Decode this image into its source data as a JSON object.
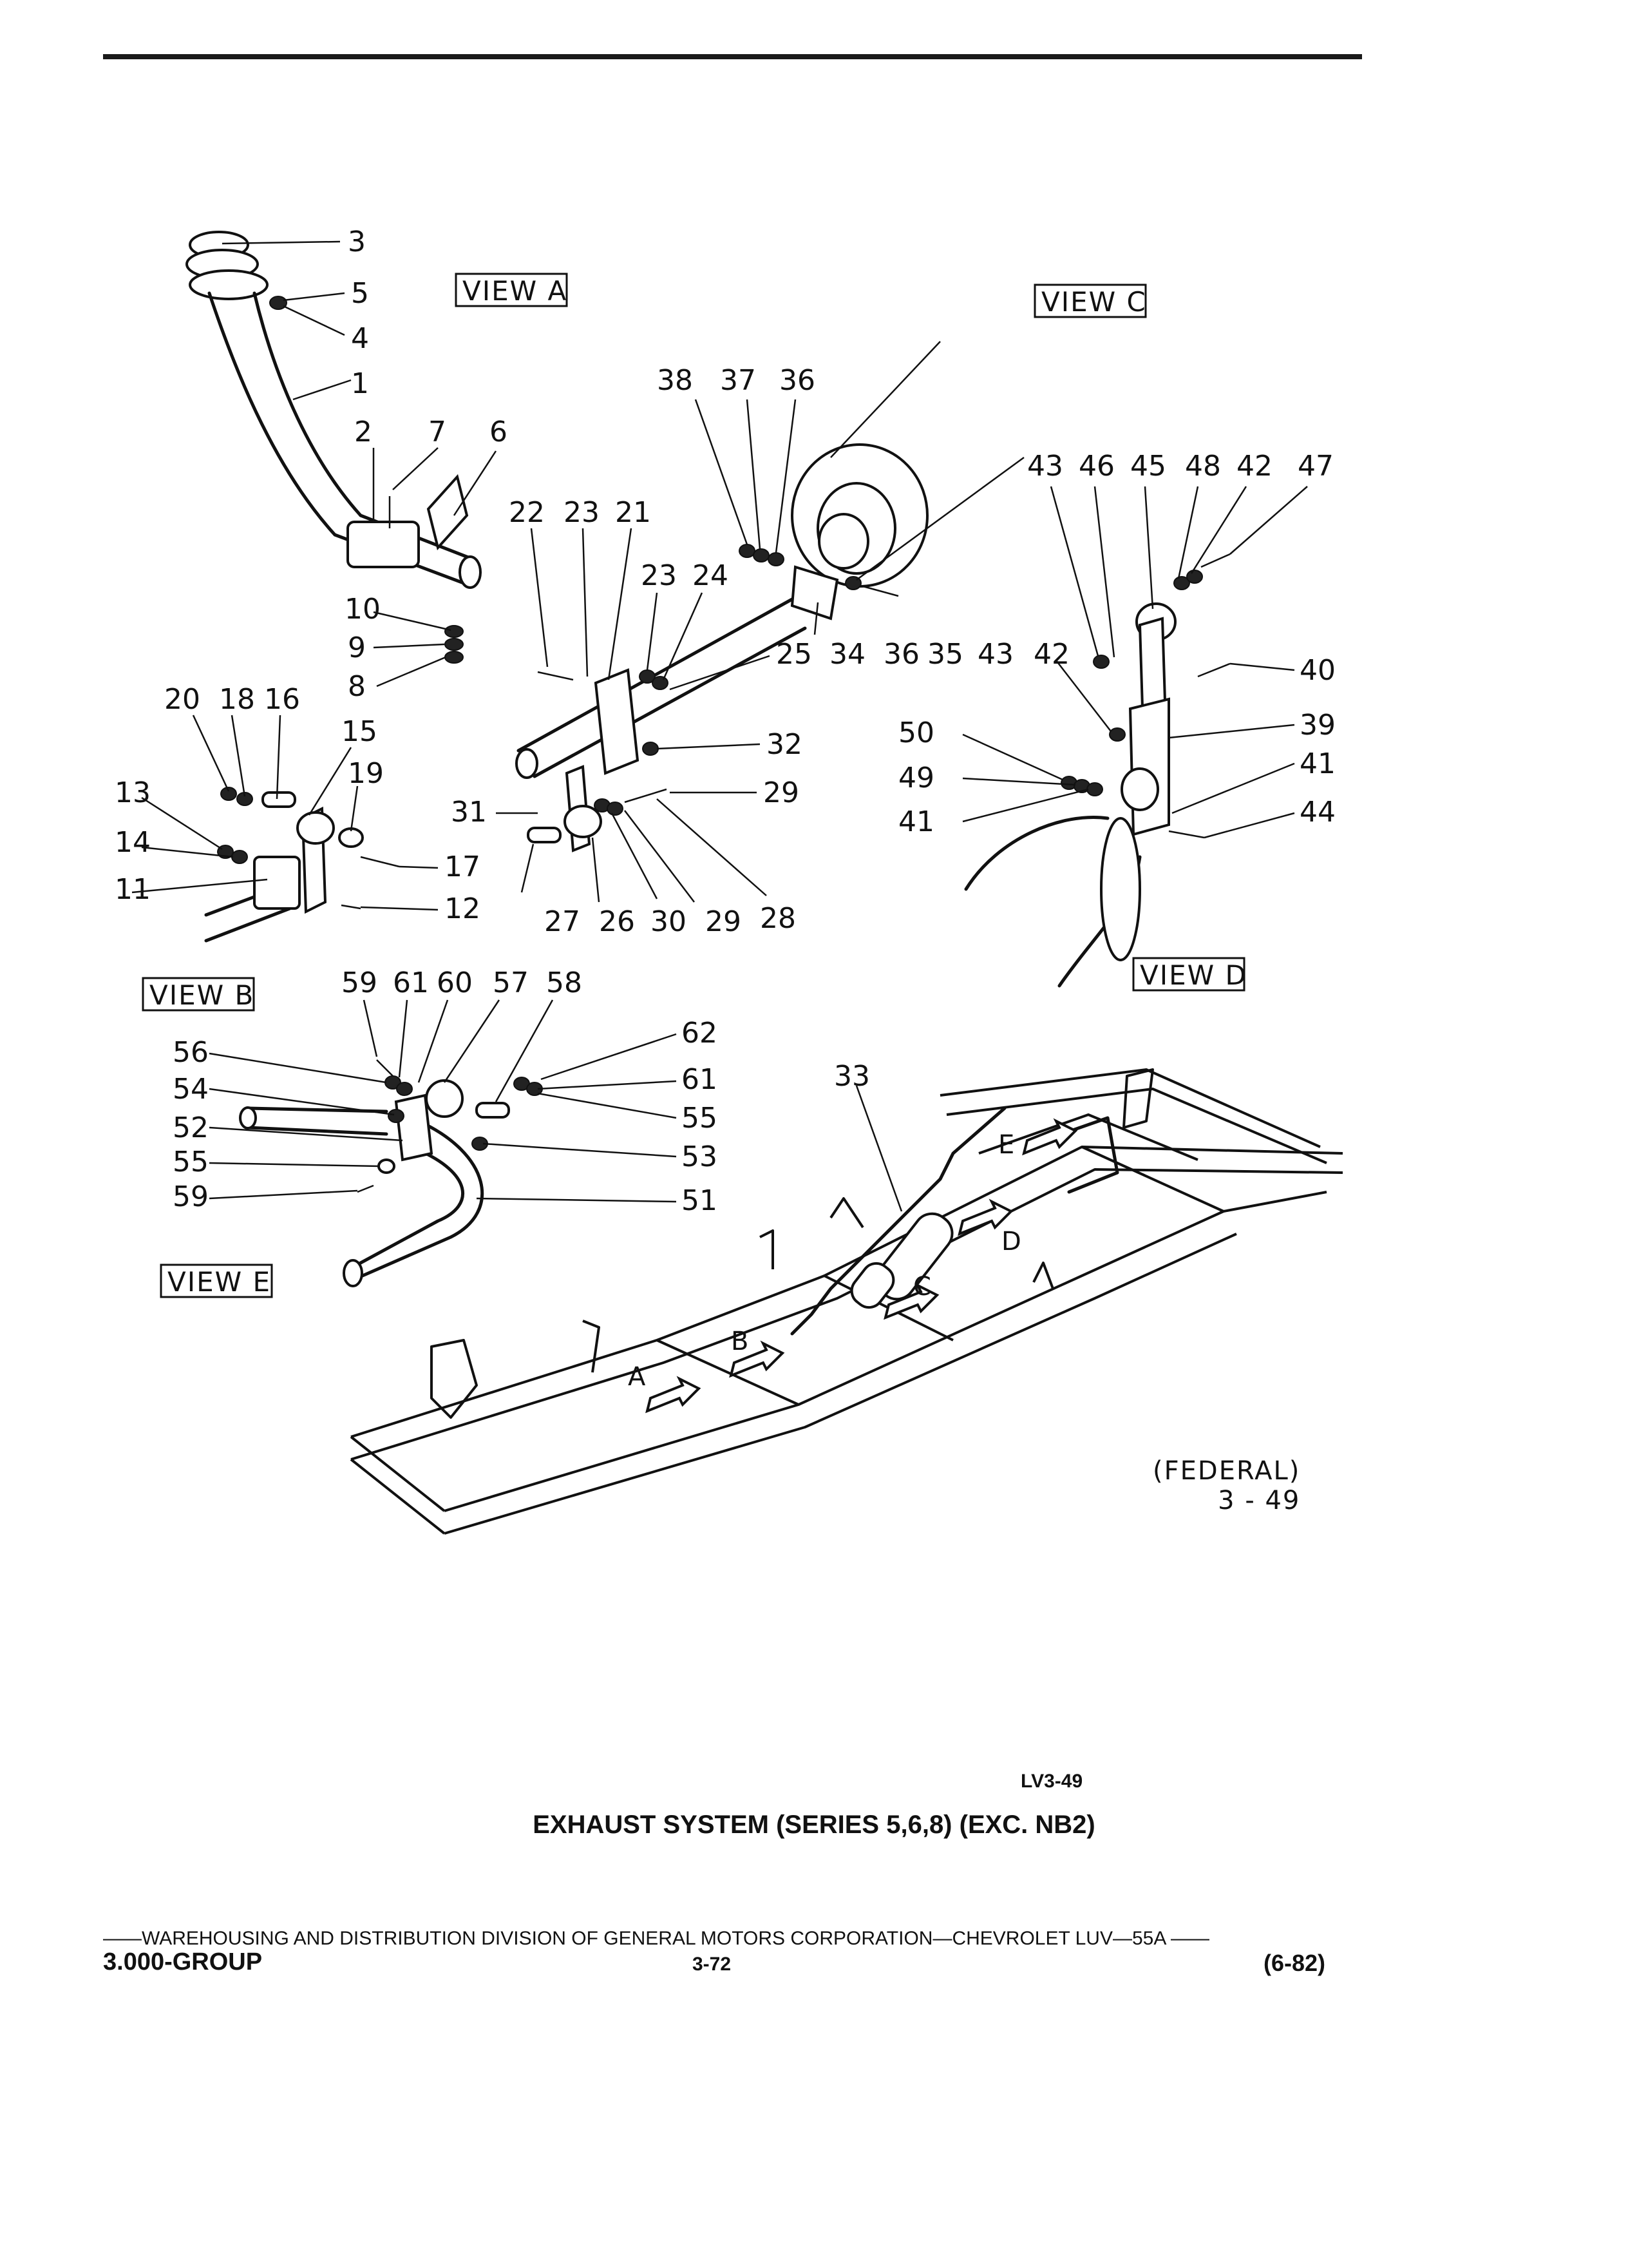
{
  "diagram": {
    "views": {
      "a": "VIEW A",
      "b": "VIEW B",
      "c": "VIEW C",
      "d": "VIEW D",
      "e": "VIEW E"
    },
    "frame_letters": [
      "A",
      "B",
      "C",
      "D",
      "E"
    ],
    "part_numbers": {
      "p1": "1",
      "p2": "2",
      "p3": "3",
      "p4": "4",
      "p5": "5",
      "p6": "6",
      "p7": "7",
      "p8": "8",
      "p9": "9",
      "p10": "10",
      "p11": "11",
      "p12": "12",
      "p13": "13",
      "p14": "14",
      "p15": "15",
      "p16": "16",
      "p17": "17",
      "p18": "18",
      "p19": "19",
      "p20": "20",
      "p21": "21",
      "p22": "22",
      "p23": "23",
      "p24": "24",
      "p25": "25",
      "p26": "26",
      "p27": "27",
      "p28": "28",
      "p29": "29",
      "p30": "30",
      "p31": "31",
      "p32": "32",
      "p33": "33",
      "p34": "34",
      "p35": "35",
      "p36": "36",
      "p37": "37",
      "p38": "38",
      "p39": "39",
      "p40": "40",
      "p41": "41",
      "p42": "42",
      "p43": "43",
      "p44": "44",
      "p45": "45",
      "p46": "46",
      "p47": "47",
      "p48": "48",
      "p49": "49",
      "p50": "50",
      "p51": "51",
      "p52": "52",
      "p53": "53",
      "p54": "54",
      "p55": "55",
      "p56": "56",
      "p57": "57",
      "p58": "58",
      "p59": "59",
      "p60": "60",
      "p61": "61",
      "p62": "62"
    },
    "federal": "(FEDERAL)",
    "figure_no": "3 - 49",
    "drawing_no": "LV3-49"
  },
  "caption": "EXHAUST SYSTEM (SERIES 5,6,8) (EXC. NB2)",
  "footer": {
    "line": "——WAREHOUSING AND DISTRIBUTION  DIVISION OF GENERAL MOTORS CORPORATION—CHEVROLET LUV—55A  ——",
    "group": "3.000-GROUP",
    "page": "3-72",
    "date": "(6-82)"
  }
}
